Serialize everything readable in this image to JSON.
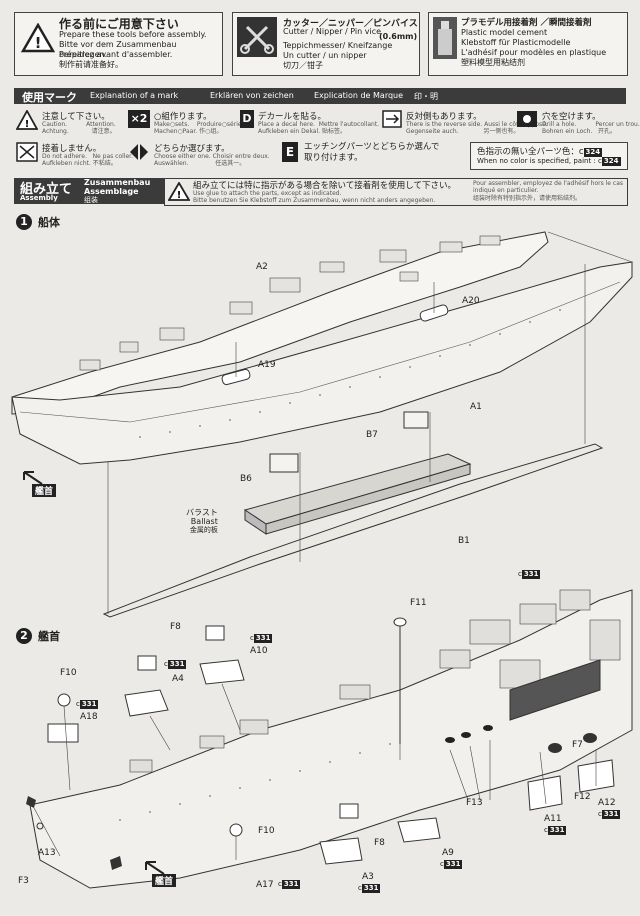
{
  "tools_box": {
    "title_jp": "作る前にご用意下さい",
    "lines": [
      "Prepare these tools before assembly.",
      "Bitte vor dem Zusammenbau bereitlegen.",
      "Préparez avant d'assembler.",
      "制作前请准备好。"
    ]
  },
  "cutter_box": {
    "title_jp": "カッター／ニッパー／ピンバイス",
    "size": "(0.6mm)",
    "lines": [
      "Cutter / Nipper / Pin vice",
      "Teppichmesser/ Kneifzange",
      "Un cutter / un nipper",
      "切刀／钳子"
    ]
  },
  "cement_box": {
    "title_jp": "プラモデル用接着剤 ／瞬間接着剤",
    "lines": [
      "Plastic model cement",
      "Klebstoff für Plasticmodelle",
      "L'adhésif pour modèles en plastique",
      "塑料模型用粘结剂"
    ]
  },
  "marks_bar": {
    "title_jp": "使用マーク",
    "title_en": "Explanation of a mark",
    "title_de": "Erklären von zeichen",
    "title_fr": "Explication  de Marque",
    "title_cn": "印・明"
  },
  "marks": [
    {
      "jp": "注意して下さい。",
      "small": "Caution.          Attention.\nAchtung.            请注意。"
    },
    {
      "icon_text": "×2",
      "jp": "○組作ります。",
      "small": "Make○sets.    Produire○séries.\nMachen○Paar. 作○组。"
    },
    {
      "icon_text": "D",
      "jp": "デカールを貼る。",
      "small": "Place a decal here.  Mettre l'autocollant.\nAufkleben ein Dekal. 贴标签。"
    },
    {
      "jp": "反対側もあります。",
      "small": "There is the reverse side. Aussi le côté opposé.\nGegenseite auch.             另一侧也有。"
    },
    {
      "jp": "穴を空けます。",
      "small": "Drill a hole.          Percer un trou.\nBohren ein Loch.   开孔。"
    },
    {
      "jp": "接着しません。",
      "small": "Do not adhere.   Ne pas coller.\nAufkleben nicht. 不粘结。"
    },
    {
      "jp": "どちらか選びます。",
      "small": "Choose either one. Choisir entre deux.\nAuswählen.              任选其一。"
    },
    {
      "icon_text": "E",
      "jp": "エッチングパーツとどちらか選んで\n取り付けます。",
      "small": ""
    }
  ],
  "color_note": {
    "jp": "色指示の無い全パーツ色：c",
    "jp_code": "324",
    "en": "When no color is specified, paint : c",
    "en_code": "324"
  },
  "assembly_bar": {
    "title_jp": "組み立て",
    "title_en": "Assembly",
    "title_de": "Zusammenbau",
    "title_fr": "Assemblage",
    "title_cn": "组装",
    "note_jp": "組み立てには特に指示がある場合を除いて接着剤を使用して下さい。",
    "note_fr": "Pour assembler, employez de l'adhésif hors le cas indiqué en particulier.",
    "note_en": "Use glue to attach the parts, except as indicated.",
    "note_cn": "组装时除有特别指示外，请使用粘结剂。",
    "note_de": "Bitte benutzen Sie Klebstoff zum Zusammenbau, wenn nicht anders angegeben."
  },
  "step1": {
    "number": "1",
    "title": "船体",
    "labels": {
      "a2": "A2",
      "a20": "A20",
      "a19": "A19",
      "a1": "A1",
      "b7": "B7",
      "b6": "B6",
      "b1": "B1"
    },
    "ballast_jp": "バラスト",
    "ballast_en": "Ballast",
    "ballast_cn": "金属的板",
    "bow_label": "艦首"
  },
  "step2": {
    "number": "2",
    "title": "艦首",
    "labels": {
      "f8a": "F8",
      "a10": "A10",
      "a4": "A4",
      "f10a": "F10",
      "a18": "A18",
      "f11": "F11",
      "f7": "F7",
      "f12": "F12",
      "a11": "A11",
      "a12": "A12",
      "f13": "F13",
      "f8b": "F8",
      "a9": "A9",
      "f10b": "F10",
      "a13": "A13",
      "f3": "F3",
      "a17": "A17",
      "a3": "A3"
    },
    "color_code": "331",
    "color_prefix": "c",
    "bow_label": "艦首"
  }
}
